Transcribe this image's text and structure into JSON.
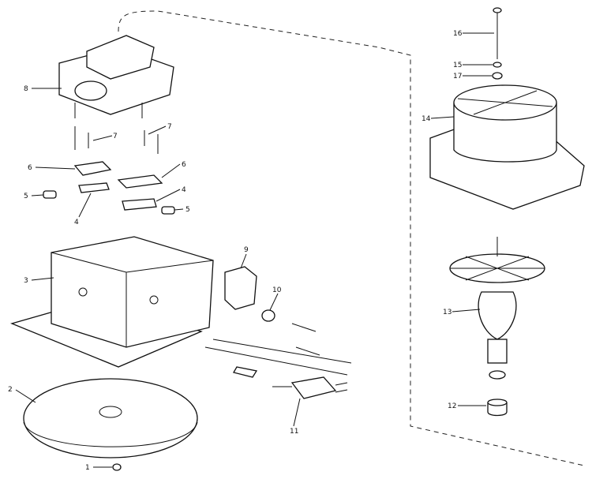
{
  "diagram": {
    "type": "exploded-parts-diagram",
    "callouts": [
      {
        "id": "1",
        "label": "1"
      },
      {
        "id": "2",
        "label": "2"
      },
      {
        "id": "3",
        "label": "3"
      },
      {
        "id": "4a",
        "label": "4"
      },
      {
        "id": "4b",
        "label": "4"
      },
      {
        "id": "5a",
        "label": "5"
      },
      {
        "id": "5b",
        "label": "5"
      },
      {
        "id": "6a",
        "label": "6"
      },
      {
        "id": "6b",
        "label": "6"
      },
      {
        "id": "7a",
        "label": "7"
      },
      {
        "id": "7b",
        "label": "7"
      },
      {
        "id": "8",
        "label": "8"
      },
      {
        "id": "9",
        "label": "9"
      },
      {
        "id": "10",
        "label": "10"
      },
      {
        "id": "11",
        "label": "11"
      },
      {
        "id": "12",
        "label": "12"
      },
      {
        "id": "13",
        "label": "13"
      },
      {
        "id": "14",
        "label": "14"
      },
      {
        "id": "15",
        "label": "15"
      },
      {
        "id": "16",
        "label": "16"
      },
      {
        "id": "17",
        "label": "17"
      }
    ]
  }
}
